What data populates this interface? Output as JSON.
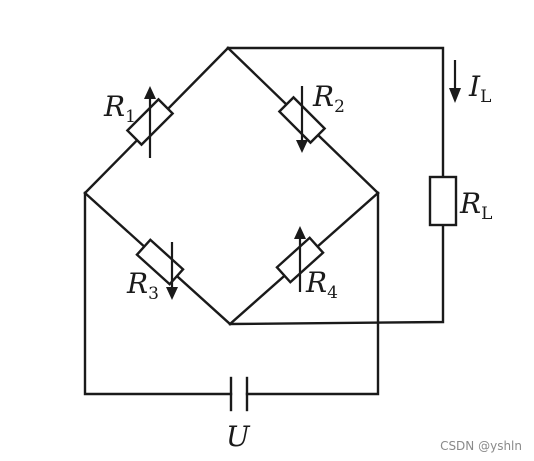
{
  "labels": {
    "r1": {
      "letter": "R",
      "sub": "1"
    },
    "r2": {
      "letter": "R",
      "sub": "2"
    },
    "r3": {
      "letter": "R",
      "sub": "3"
    },
    "r4": {
      "letter": "R",
      "sub": "4"
    },
    "rl": {
      "letter": "R",
      "sub": "L"
    },
    "il": {
      "letter": "I",
      "sub": "L"
    },
    "u": {
      "letter": "U"
    }
  },
  "watermark": "CSDN @yshln"
}
